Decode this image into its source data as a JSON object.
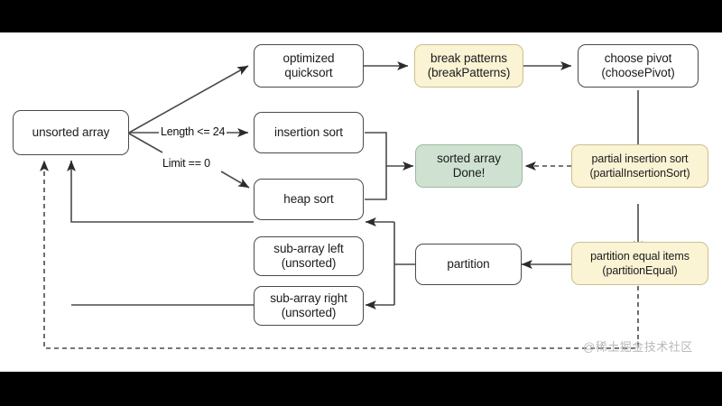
{
  "diagram": {
    "title": "optimized quicksort flowchart",
    "colors": {
      "node_fill_default": "#ffffff",
      "node_fill_highlight": "#faf3d4",
      "node_fill_done": "#cfe2d2",
      "stroke": "#4a4a4a",
      "canvas": "#ffffff",
      "letterbox": "#000000",
      "watermark": "#b9b9b9"
    },
    "nodes": [
      {
        "id": "unsorted-array",
        "line1": "unsorted array",
        "line2": "",
        "style": "default"
      },
      {
        "id": "optimized-quicksort",
        "line1": "optimized",
        "line2": "quicksort",
        "style": "default"
      },
      {
        "id": "insertion-sort",
        "line1": "insertion sort",
        "line2": "",
        "style": "default"
      },
      {
        "id": "heap-sort",
        "line1": "heap sort",
        "line2": "",
        "style": "default"
      },
      {
        "id": "break-patterns",
        "line1": "break patterns",
        "line2": "(breakPatterns)",
        "style": "highlight"
      },
      {
        "id": "choose-pivot",
        "line1": "choose pivot",
        "line2": "(choosePivot)",
        "style": "default"
      },
      {
        "id": "sorted-array",
        "line1": "sorted array",
        "line2": "Done!",
        "style": "done"
      },
      {
        "id": "partial-insertion-sort",
        "line1": "partial insertion sort",
        "line2": "(partialInsertionSort)",
        "style": "highlight"
      },
      {
        "id": "partition",
        "line1": "partition",
        "line2": "",
        "style": "default"
      },
      {
        "id": "partition-equal-items",
        "line1": "partition equal items",
        "line2": "(partitionEqual)",
        "style": "highlight"
      },
      {
        "id": "sub-array-left",
        "line1": "sub-array left",
        "line2": "(unsorted)",
        "style": "default"
      },
      {
        "id": "sub-array-right",
        "line1": "sub-array right",
        "line2": "(unsorted)",
        "style": "default"
      }
    ],
    "edge_labels": [
      {
        "id": "length-condition",
        "text": "Length <= 24"
      },
      {
        "id": "limit-condition",
        "text": "Limit == 0"
      }
    ],
    "edges": [
      {
        "from": "unsorted-array",
        "to": "optimized-quicksort",
        "style": "solid",
        "label": ""
      },
      {
        "from": "unsorted-array",
        "to": "insertion-sort",
        "style": "solid",
        "label": "Length <= 24"
      },
      {
        "from": "unsorted-array",
        "to": "heap-sort",
        "style": "solid",
        "label": "Limit == 0"
      },
      {
        "from": "optimized-quicksort",
        "to": "break-patterns",
        "style": "solid",
        "label": ""
      },
      {
        "from": "break-patterns",
        "to": "choose-pivot",
        "style": "solid",
        "label": ""
      },
      {
        "from": "choose-pivot",
        "to": "partial-insertion-sort",
        "style": "solid",
        "label": ""
      },
      {
        "from": "partial-insertion-sort",
        "to": "sorted-array",
        "style": "dashed",
        "label": ""
      },
      {
        "from": "partial-insertion-sort",
        "to": "partition-equal-items",
        "style": "solid",
        "label": ""
      },
      {
        "from": "partition-equal-items",
        "to": "partition",
        "style": "solid",
        "label": ""
      },
      {
        "from": "partition",
        "to": "sub-array-left",
        "style": "solid",
        "label": ""
      },
      {
        "from": "partition",
        "to": "sub-array-right",
        "style": "solid",
        "label": ""
      },
      {
        "from": "insertion-sort",
        "to": "sorted-array",
        "style": "solid",
        "label": ""
      },
      {
        "from": "heap-sort",
        "to": "sorted-array",
        "style": "solid",
        "label": ""
      },
      {
        "from": "sub-array-left",
        "to": "unsorted-array",
        "style": "solid",
        "label": ""
      },
      {
        "from": "sub-array-right",
        "to": "unsorted-array",
        "style": "solid",
        "label": ""
      },
      {
        "from": "partition-equal-items",
        "to": "unsorted-array",
        "style": "dashed",
        "label": ""
      }
    ]
  },
  "watermark": {
    "text": "@稀土掘金技术社区"
  }
}
